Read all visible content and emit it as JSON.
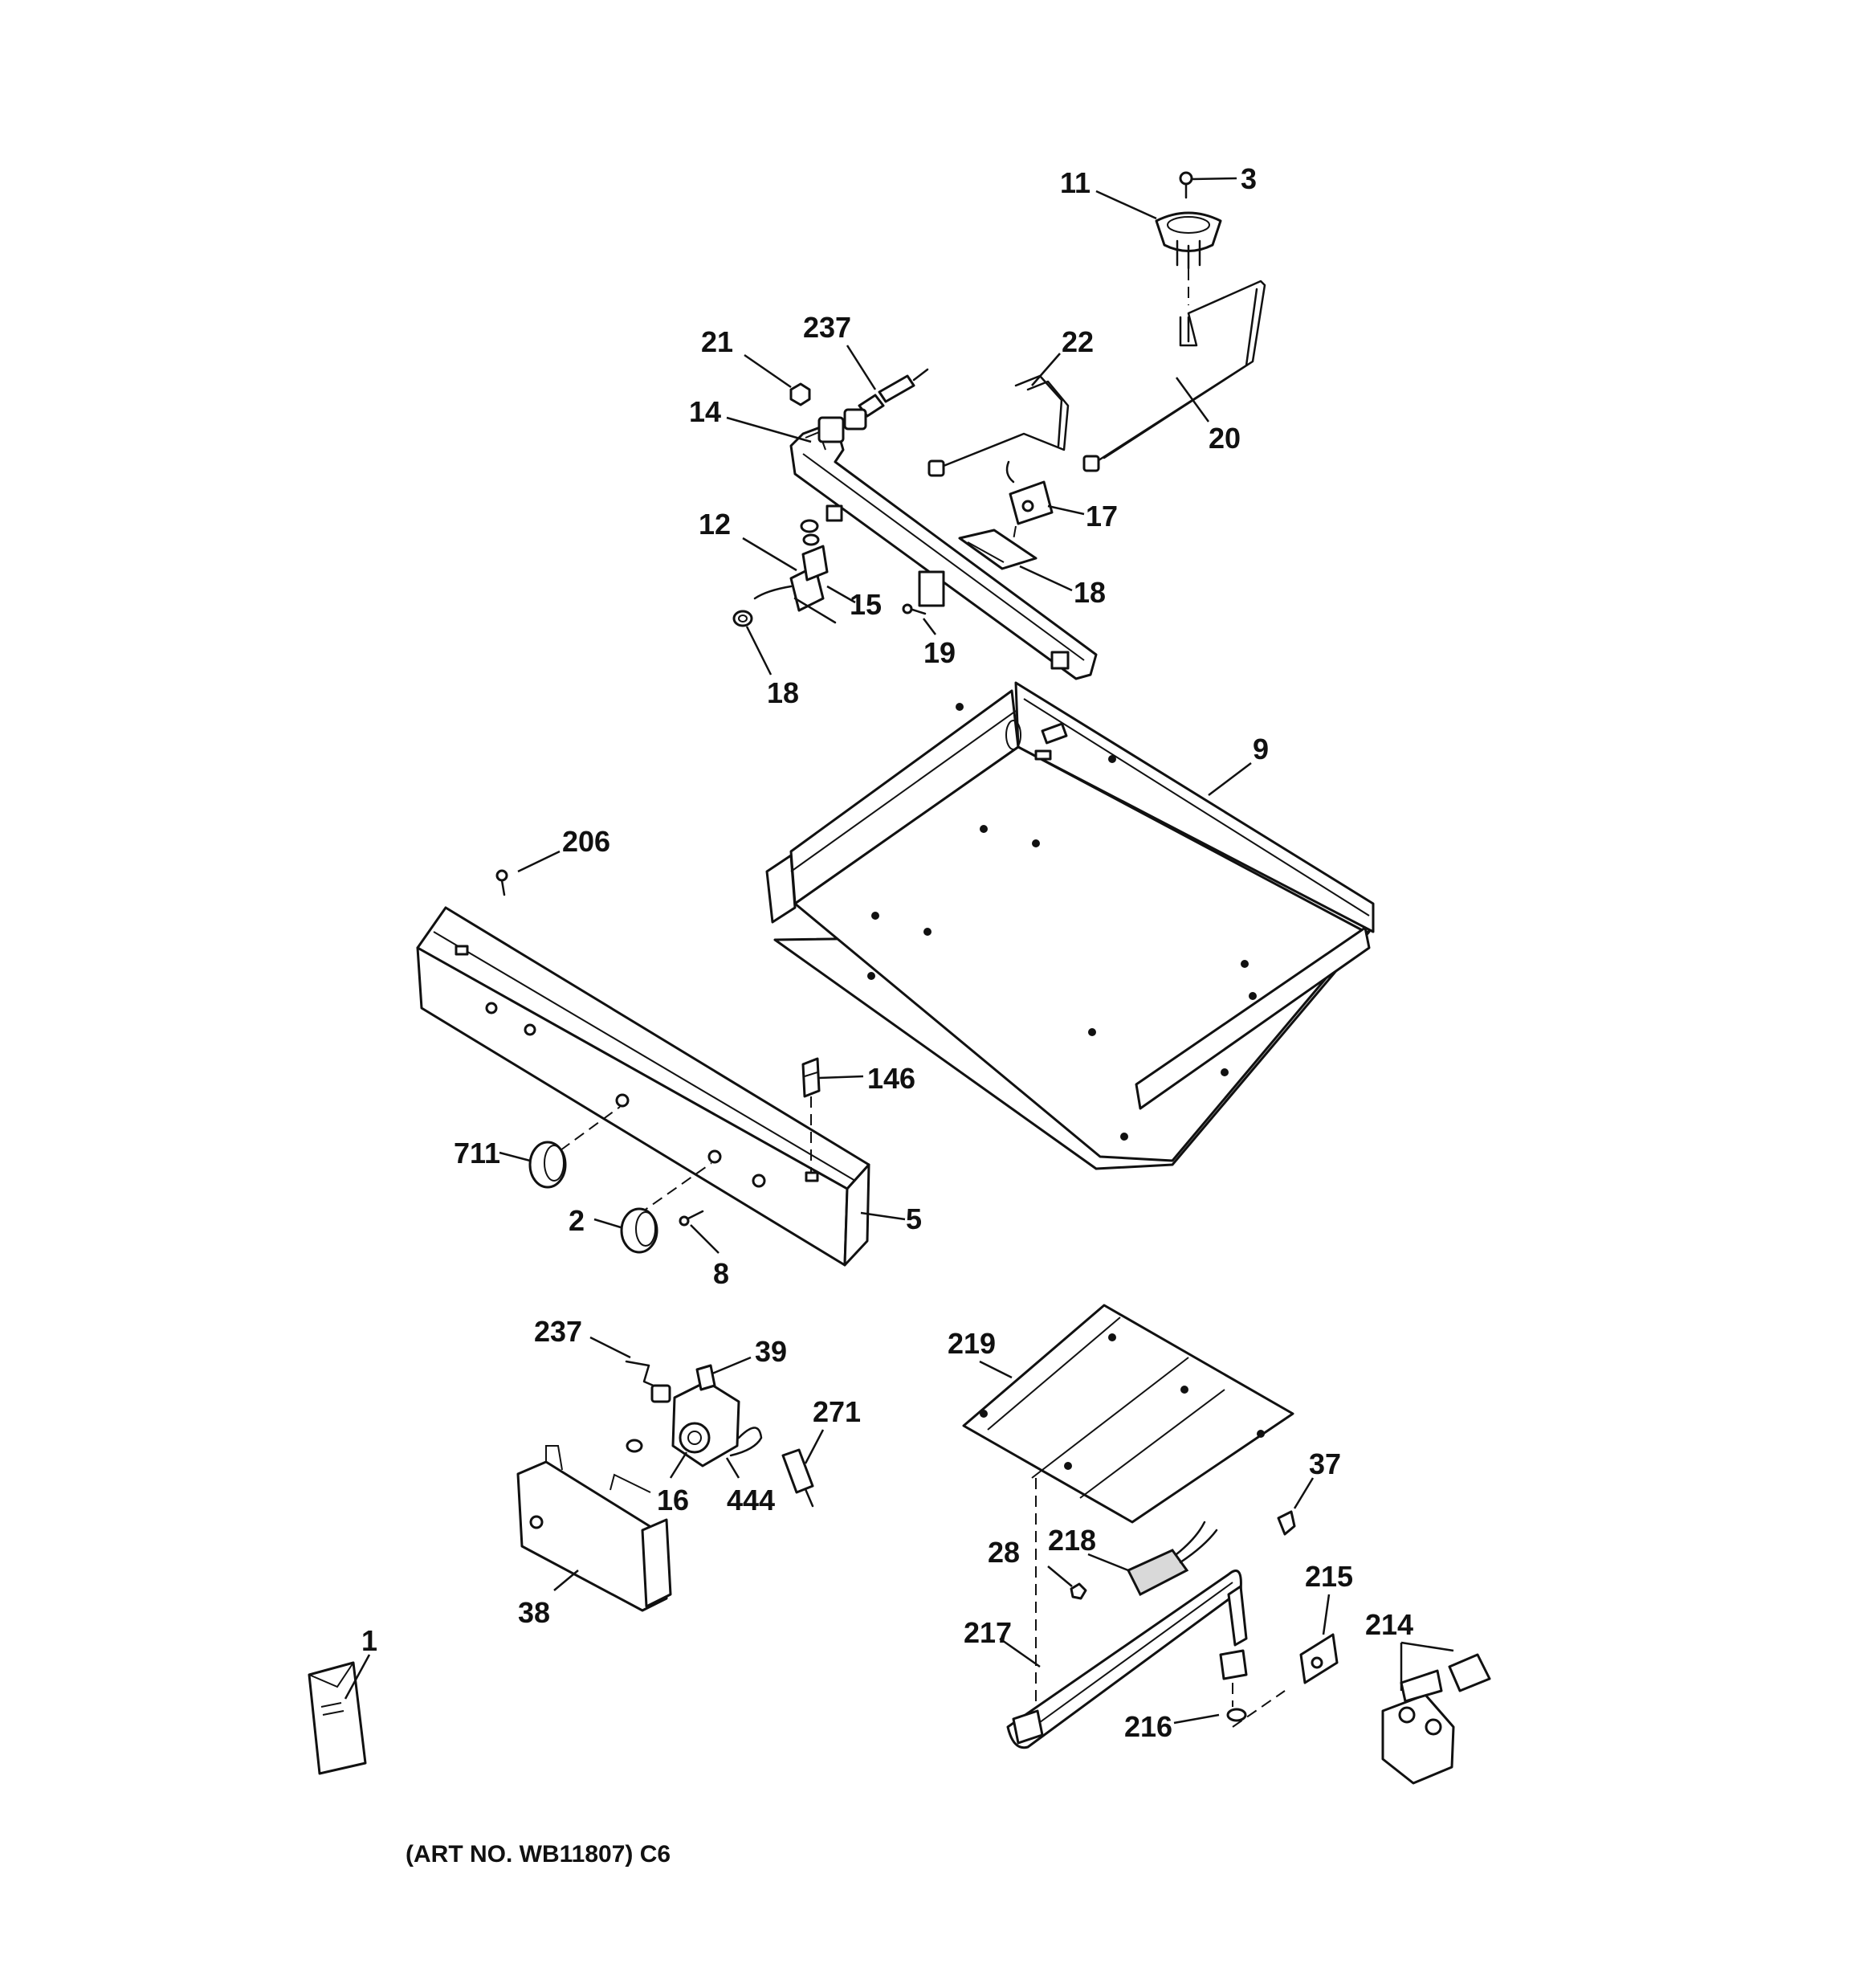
{
  "caption": "(ART NO. WB11807) C6",
  "callouts": {
    "c1": "1",
    "c2": "2",
    "c3": "3",
    "c5": "5",
    "c8": "8",
    "c9": "9",
    "c11": "11",
    "c12": "12",
    "c14": "14",
    "c15": "15",
    "c16": "16",
    "c17": "17",
    "c18a": "18",
    "c18b": "18",
    "c19": "19",
    "c20": "20",
    "c21": "21",
    "c22": "22",
    "c28": "28",
    "c37": "37",
    "c38": "38",
    "c39": "39",
    "c146": "146",
    "c206": "206",
    "c214": "214",
    "c215": "215",
    "c216": "216",
    "c217": "217",
    "c218": "218",
    "c219": "219",
    "c237a": "237",
    "c237b": "237",
    "c271": "271",
    "c444": "444",
    "c711": "711"
  }
}
